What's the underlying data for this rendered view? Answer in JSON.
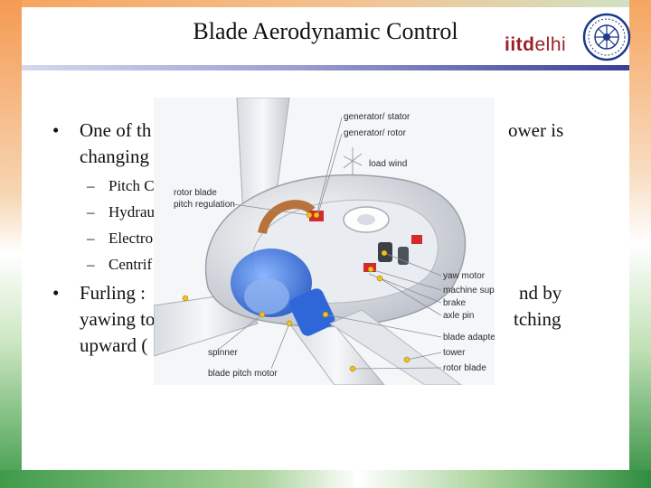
{
  "slide": {
    "title": "Blade Aerodynamic Control",
    "logo": {
      "brand_bold": "iitd",
      "brand_light": "elhi"
    },
    "bullets": [
      {
        "line1": "One of th",
        "line1_tail": "ower is",
        "line2": "changing"
      },
      {
        "line1": "Furling :",
        "line1_tail": "nd by",
        "line2": "yawing to",
        "line2_tail": "tching",
        "line3": "upward ("
      }
    ],
    "sub_bullets": [
      "Pitch C",
      "Hydrau",
      "Electro",
      "Centrif"
    ],
    "dash": "–",
    "bullet_glyph": "•"
  },
  "diagram": {
    "labels": {
      "generator_stator": "generator/ stator",
      "generator_rotor": "generator/ rotor",
      "load_wind": "load wind",
      "rotor_blade_pitch": "rotor blade",
      "rotor_blade_pitch2": "pitch regulation",
      "yaw_motor": "yaw motor",
      "machine_support": "machine support",
      "brake": "brake",
      "axle_pin": "axle pin",
      "blade_adapter": "blade adapter",
      "tower": "tower",
      "rotor_blade": "rotor blade",
      "spinner": "spinner",
      "blade_pitch_motor": "blade pitch motor"
    }
  }
}
